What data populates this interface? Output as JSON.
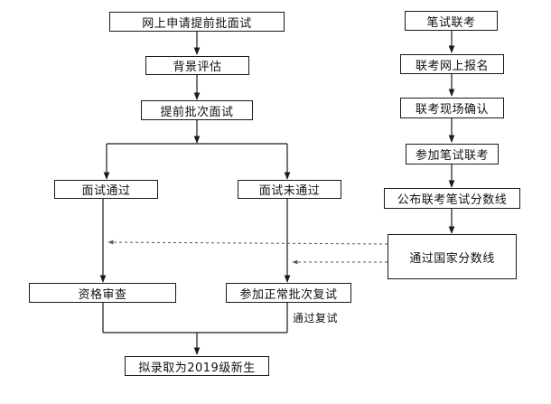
{
  "flowchart": {
    "online_apply": "网上申请提前批面试",
    "background_eval": "背景评估",
    "early_interview": "提前批次面试",
    "interview_pass": "面试通过",
    "interview_fail": "面试未通过",
    "qualification_review": "资格审查",
    "normal_retest": "参加正常批次复试",
    "retest_pass_label": "通过复试",
    "final_admission": "拟录取为2019级新生",
    "written_exam": "笔试联考",
    "online_register": "联考网上报名",
    "onsite_confirm": "联考现场确认",
    "take_exam": "参加笔试联考",
    "publish_cutoff": "公布联考笔试分数线",
    "pass_cutoff": "通过国家分数线"
  },
  "colors": {
    "line": "#1a1a1a",
    "dashed_line": "#555555"
  }
}
